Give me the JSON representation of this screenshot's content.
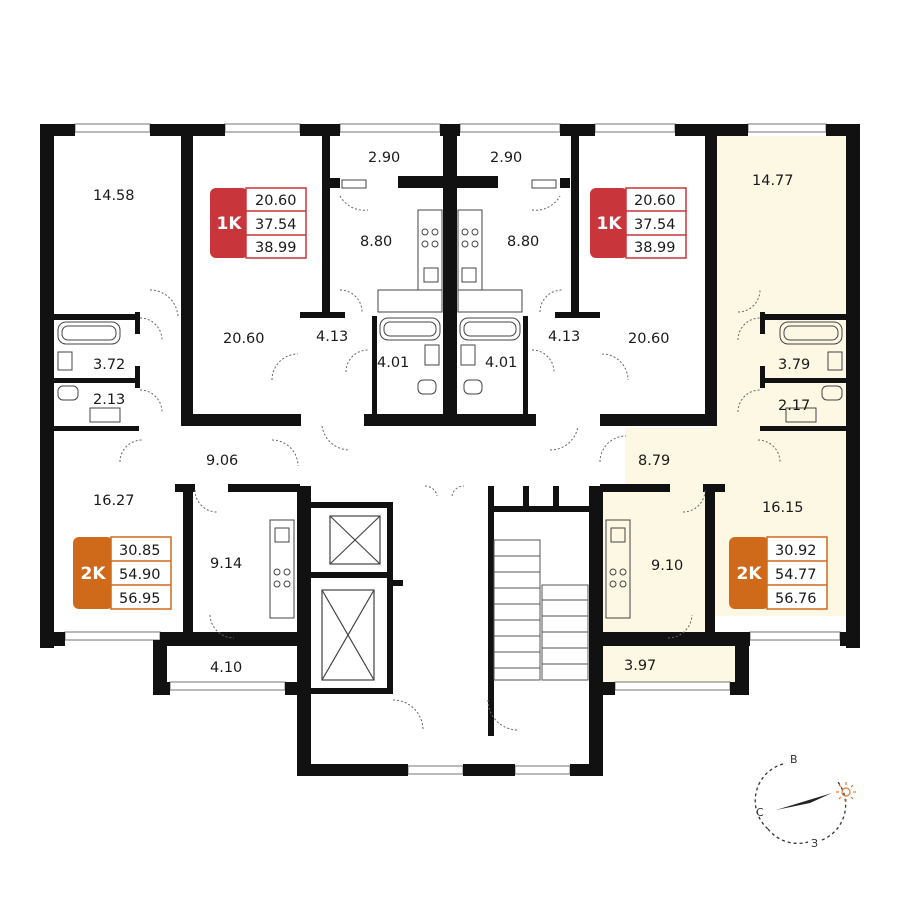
{
  "colors": {
    "wall": "#111111",
    "highlight": "#fcf8e3",
    "badge_1k": "#c8363c",
    "badge_2k": "#d06a1b",
    "window": "#8c8c8c",
    "fixture": "#444444",
    "sun": "#e07a30"
  },
  "rooms": [
    {
      "id": "r1",
      "label": "14.58"
    },
    {
      "id": "r2",
      "label": "20.60"
    },
    {
      "id": "r3",
      "label": "2.90"
    },
    {
      "id": "r4",
      "label": "8.80"
    },
    {
      "id": "r5",
      "label": "4.13"
    },
    {
      "id": "r6",
      "label": "4.01"
    },
    {
      "id": "r7",
      "label": "2.90"
    },
    {
      "id": "r8",
      "label": "8.80"
    },
    {
      "id": "r9",
      "label": "4.01"
    },
    {
      "id": "r10",
      "label": "4.13"
    },
    {
      "id": "r11",
      "label": "20.60"
    },
    {
      "id": "r12",
      "label": "14.77"
    },
    {
      "id": "r13",
      "label": "3.72"
    },
    {
      "id": "r14",
      "label": "2.13"
    },
    {
      "id": "r15",
      "label": "3.79"
    },
    {
      "id": "r16",
      "label": "2.17"
    },
    {
      "id": "r17",
      "label": "9.06"
    },
    {
      "id": "r18",
      "label": "8.79"
    },
    {
      "id": "r19",
      "label": "16.27"
    },
    {
      "id": "r20",
      "label": "9.14"
    },
    {
      "id": "r21",
      "label": "9.10"
    },
    {
      "id": "r22",
      "label": "16.15"
    },
    {
      "id": "r23",
      "label": "4.10"
    },
    {
      "id": "r24",
      "label": "3.97"
    }
  ],
  "badges": [
    {
      "id": "b1",
      "type": "1K",
      "values": [
        "20.60",
        "37.54",
        "38.99"
      ],
      "color": "#c8363c"
    },
    {
      "id": "b2",
      "type": "1K",
      "values": [
        "20.60",
        "37.54",
        "38.99"
      ],
      "color": "#c8363c"
    },
    {
      "id": "b3",
      "type": "2K",
      "values": [
        "30.85",
        "54.90",
        "56.95"
      ],
      "color": "#d06a1b"
    },
    {
      "id": "b4",
      "type": "2K",
      "values": [
        "30.92",
        "54.77",
        "56.76"
      ],
      "color": "#d06a1b"
    }
  ],
  "compass": {
    "north": "В",
    "west": "С",
    "south": "З"
  }
}
